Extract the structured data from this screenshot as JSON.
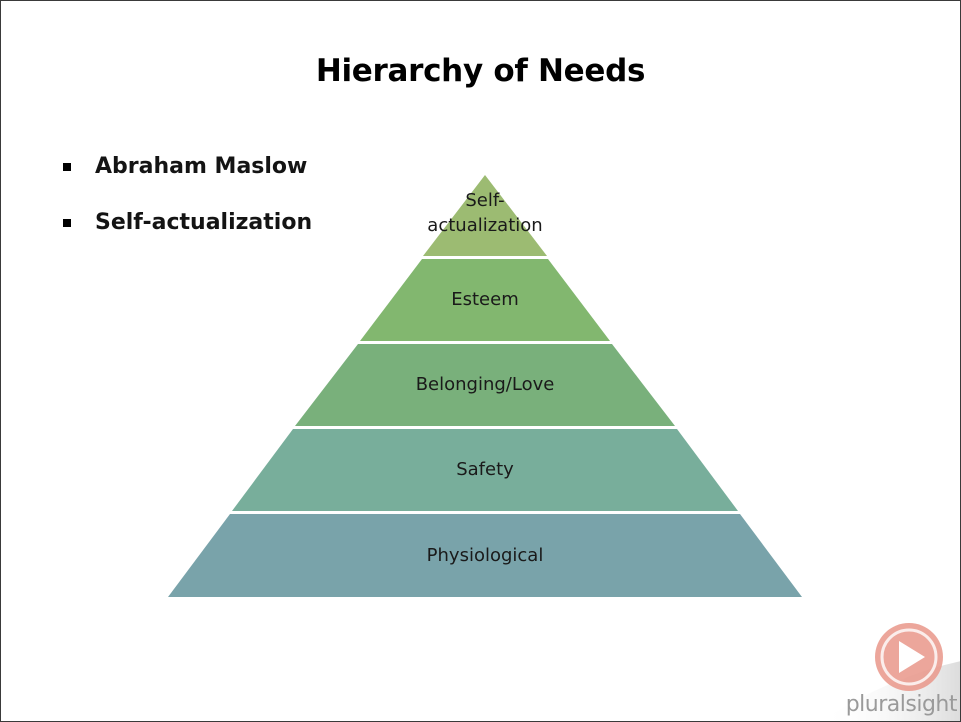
{
  "slide": {
    "title": "Hierarchy of Needs",
    "bullets": [
      {
        "label": "Abraham Maslow"
      },
      {
        "label": "Self-actualization"
      }
    ]
  },
  "pyramid": {
    "levels": [
      {
        "label_lines": [
          "Self-",
          "actualization"
        ],
        "color": "#9cbb72"
      },
      {
        "label_lines": [
          "Esteem"
        ],
        "color": "#82b76f"
      },
      {
        "label_lines": [
          "Belonging/Love"
        ],
        "color": "#79b07b"
      },
      {
        "label_lines": [
          "Safety"
        ],
        "color": "#78ae9b"
      },
      {
        "label_lines": [
          "Physiological"
        ],
        "color": "#79a3aa"
      }
    ]
  },
  "logo": {
    "text": "pluralsight",
    "accent_color": "#e9968a"
  }
}
